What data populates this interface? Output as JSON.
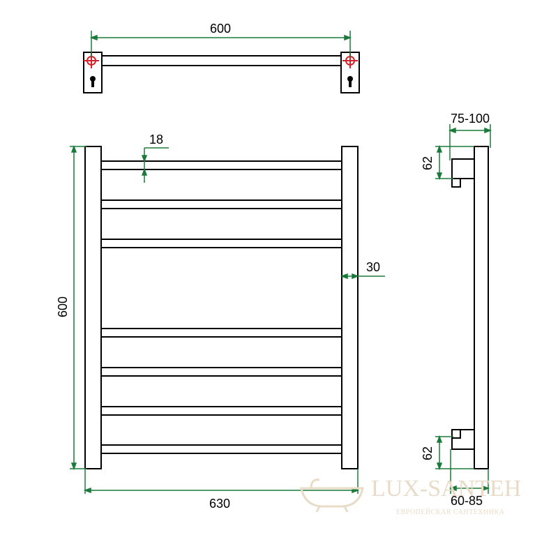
{
  "drawing": {
    "top_width_label": "600",
    "rung_spacing_label": "18",
    "offset_label": "30",
    "height_label": "600",
    "bottom_width_label": "630",
    "side_depth_top_label": "75-100",
    "side_mount_top_label": "62",
    "side_mount_bottom_label": "62",
    "side_depth_bottom_label": "60-85"
  },
  "watermark": {
    "brand": "LUX-SANTEH",
    "tagline": "ЕВРОПЕЙСКАЯ САНТЕХНИКА"
  },
  "colors": {
    "line": "#000000",
    "dimension": "#1a7a3a",
    "marker": "#d4232a",
    "watermark": "#e8dcc8"
  }
}
